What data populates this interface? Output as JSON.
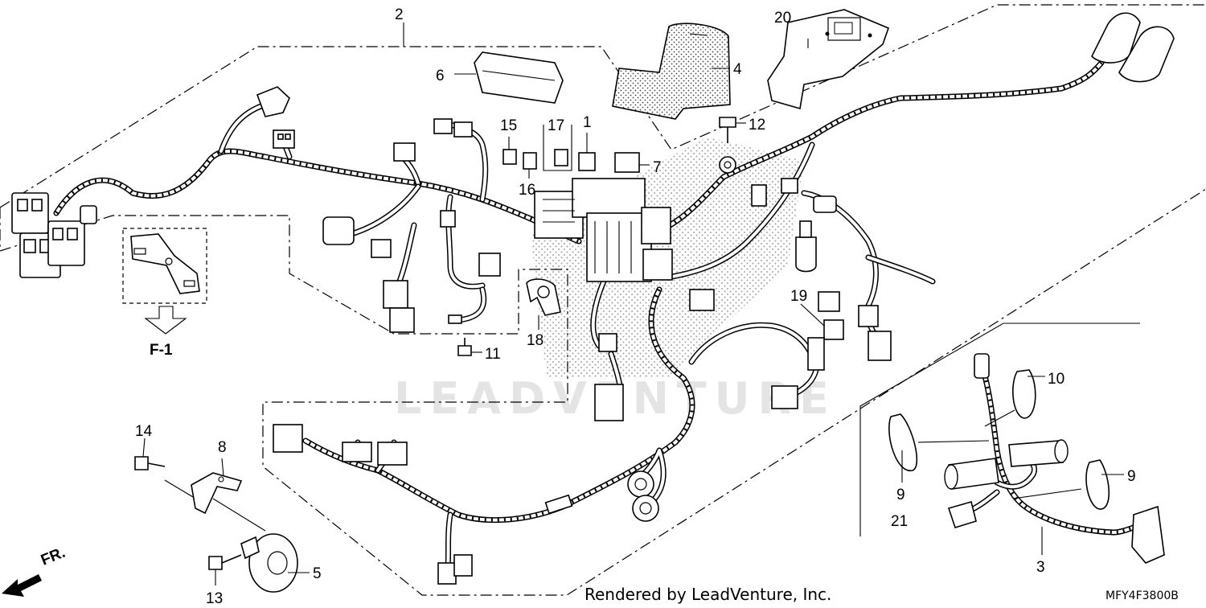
{
  "callouts": {
    "c1": "1",
    "c2": "2",
    "c3": "3",
    "c4": "4",
    "c5": "5",
    "c6": "6",
    "c7": "7",
    "c8": "8",
    "c9a": "9",
    "c9b": "9",
    "c10": "10",
    "c11": "11",
    "c12": "12",
    "c13": "13",
    "c14": "14",
    "c15": "15",
    "c16": "16",
    "c17": "17",
    "c18": "18",
    "c19": "19",
    "c20": "20",
    "c21": "21"
  },
  "ref_label": "F-1",
  "front_label": "FR.",
  "watermark": {
    "text": "LEADVENTURE"
  },
  "footer": {
    "rendered_by": "Rendered by LeadVenture, Inc.",
    "diagram_code": "MFY4F3800B"
  },
  "colors": {
    "line": "#000000",
    "background": "#ffffff",
    "watermark": "#e4e4e4"
  }
}
